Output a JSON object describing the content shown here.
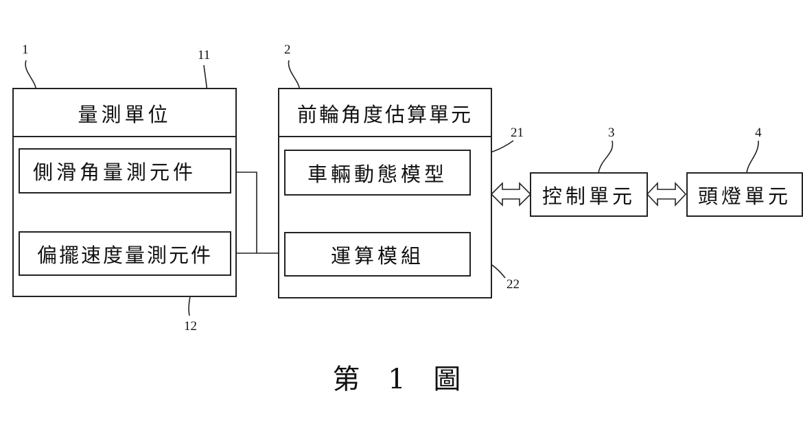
{
  "figure": {
    "caption": "第 1 圖",
    "units": [
      {
        "ref": "1",
        "title": "量測單位",
        "components": [
          {
            "ref": "11",
            "label": "側滑角量測元件"
          },
          {
            "ref": "12",
            "label": "偏擺速度量測元件"
          }
        ]
      },
      {
        "ref": "2",
        "title": "前輪角度估算單元",
        "components": [
          {
            "ref": "21",
            "label": "車輛動態模型"
          },
          {
            "ref": "22",
            "label": "運算模組"
          }
        ]
      },
      {
        "ref": "3",
        "title": "控制單元"
      },
      {
        "ref": "4",
        "title": "頭燈單元"
      }
    ],
    "connections": [
      {
        "from": "11",
        "to": "22",
        "type": "line"
      },
      {
        "from": "12",
        "to": "22",
        "type": "line"
      },
      {
        "from": "2",
        "to": "3",
        "type": "bidirectional-arrow"
      },
      {
        "from": "3",
        "to": "4",
        "type": "bidirectional-arrow"
      }
    ]
  }
}
